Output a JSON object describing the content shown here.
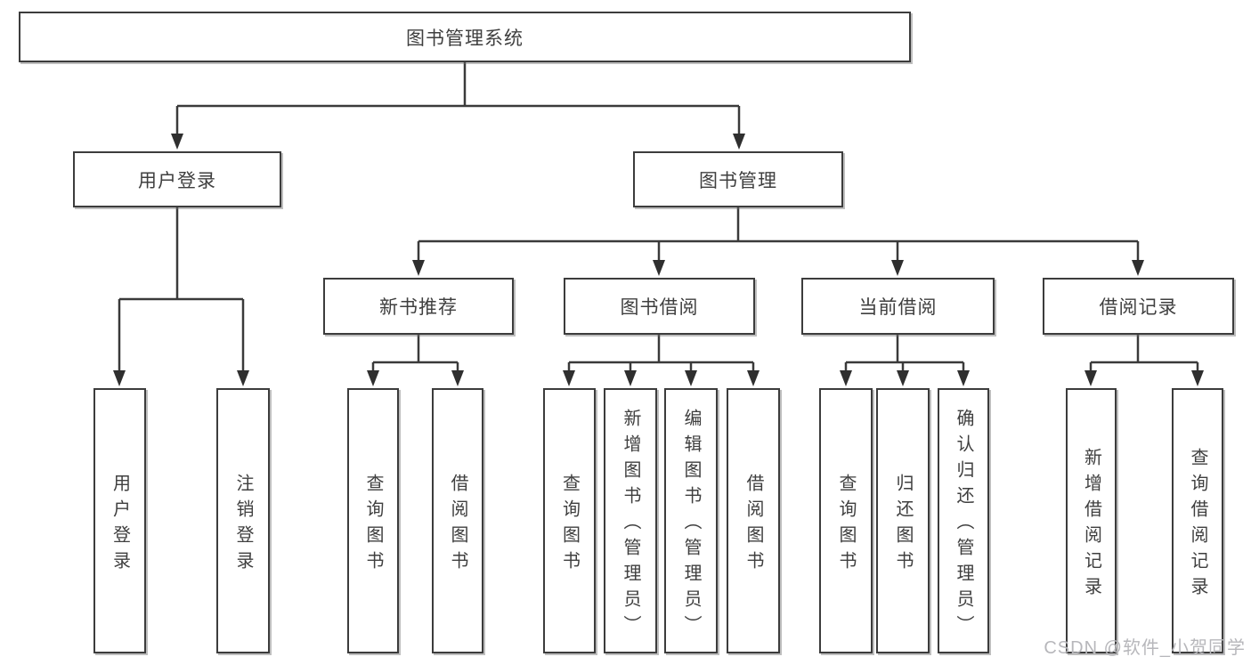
{
  "tree": {
    "label": "图书管理系统",
    "children": [
      {
        "label": "用户登录",
        "children": [
          {
            "label": "用户登录"
          },
          {
            "label": "注销登录"
          }
        ]
      },
      {
        "label": "图书管理",
        "children": [
          {
            "label": "新书推荐",
            "children": [
              {
                "label": "查询图书"
              },
              {
                "label": "借阅图书"
              }
            ]
          },
          {
            "label": "图书借阅",
            "children": [
              {
                "label": "查询图书"
              },
              {
                "label": "新增图书（管理员）"
              },
              {
                "label": "编辑图书（管理员）"
              },
              {
                "label": "借阅图书"
              }
            ]
          },
          {
            "label": "当前借阅",
            "children": [
              {
                "label": "查询图书"
              },
              {
                "label": "归还图书"
              },
              {
                "label": "确认归还（管理员）"
              }
            ]
          },
          {
            "label": "借阅记录",
            "children": [
              {
                "label": "新增借阅记录"
              },
              {
                "label": "查询借阅记录"
              }
            ]
          }
        ]
      }
    ]
  },
  "watermark": {
    "text": "CSDN @软件_小贺同学"
  },
  "colors": {
    "line": "#3a3a3a",
    "border": "#3c3c3c",
    "text": "#3f3f3f",
    "watermark": "#b7b7bb",
    "background": "#ffffff"
  }
}
